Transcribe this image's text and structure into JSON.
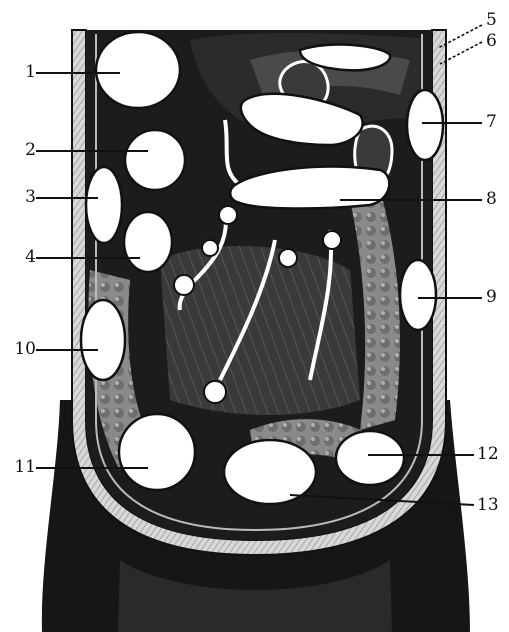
{
  "figure": {
    "labels": {
      "l1": "1",
      "l2": "2",
      "l3": "3",
      "l4": "4",
      "l5": "5",
      "l6": "6",
      "l7": "7",
      "l8": "8",
      "l9": "9",
      "l10": "10",
      "l11": "11",
      "l12": "12",
      "l13": "13"
    },
    "colors": {
      "ink": "#111111",
      "cavity": "#1c1c1c",
      "wall": "#cfcfcf",
      "space": "#ffffff",
      "skin": "#161616"
    }
  }
}
